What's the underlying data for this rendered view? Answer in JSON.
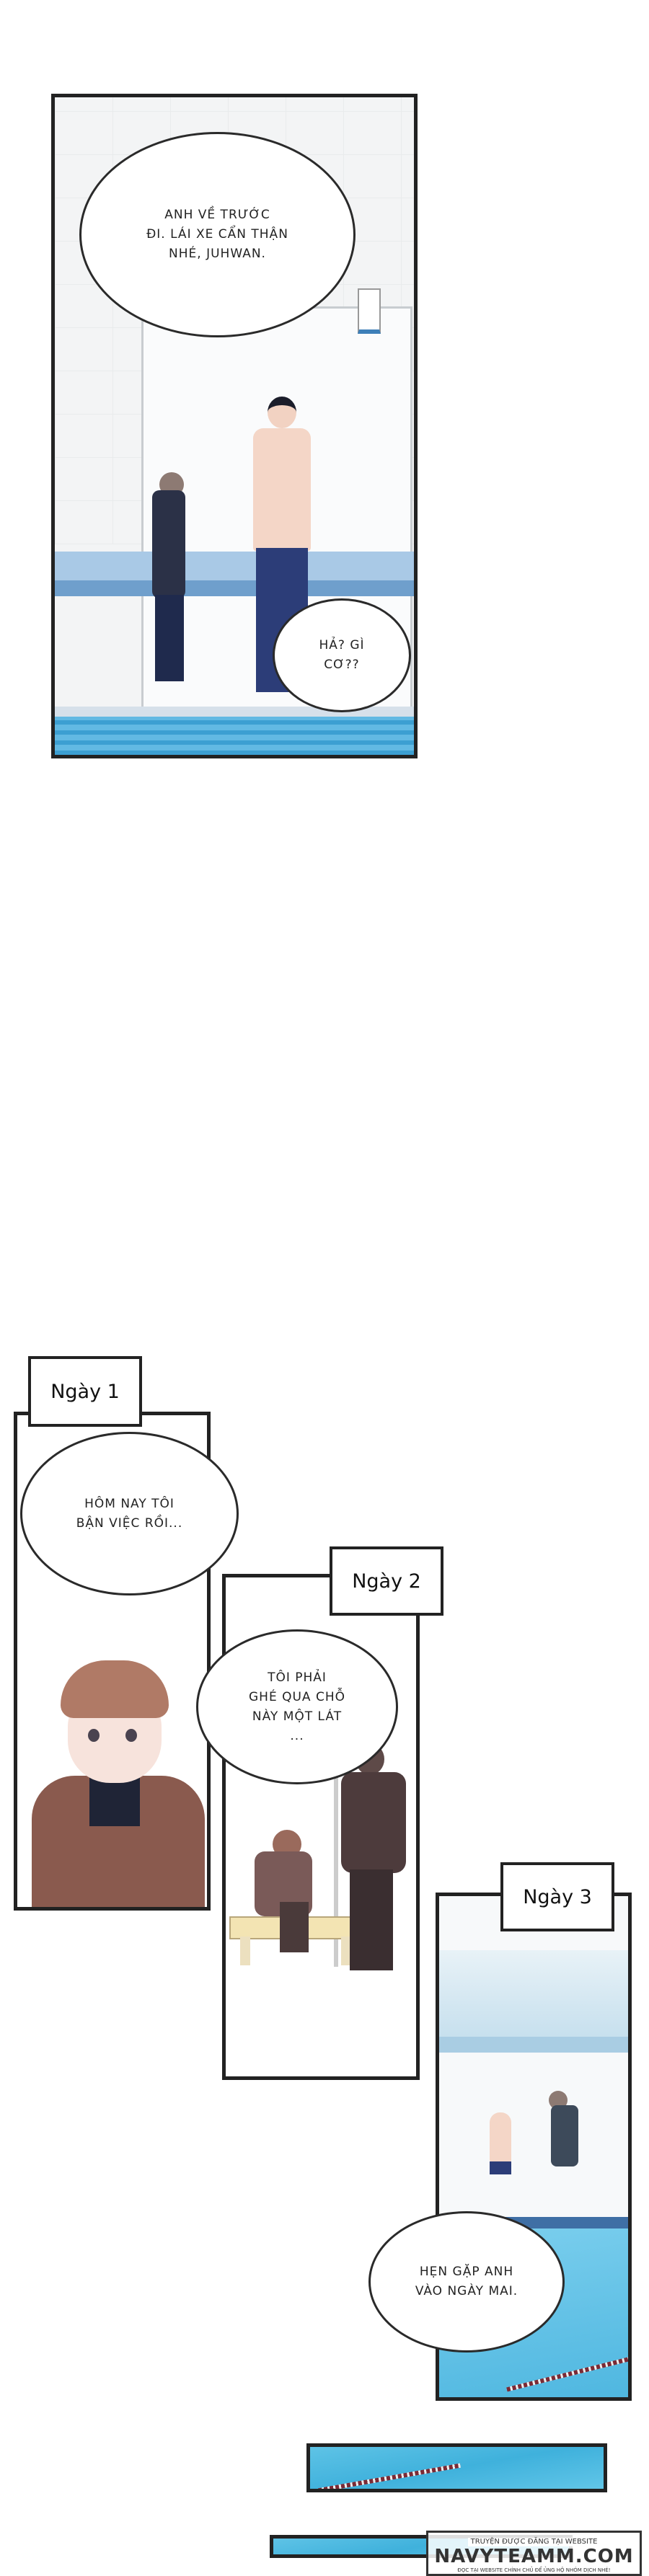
{
  "panel_top": {
    "bubbles": [
      {
        "text": "Anh về trước\nđi. Lái xe cẩn thận\nnhé, Juhwan."
      },
      {
        "text": "Hả? Gì\ncơ??"
      }
    ]
  },
  "panel_day1": {
    "label": "Ngày 1",
    "bubble": "Hôm nay tôi\nbận việc rồi..."
  },
  "panel_day2": {
    "label": "Ngày 2",
    "bubble": "Tôi phải\nghé qua chỗ\nnày một lát\n..."
  },
  "panel_day3": {
    "label": "Ngày 3",
    "bubble": "Hẹn gặp anh\nvào ngày mai."
  },
  "watermark": {
    "top_line": "TRUYỆN ĐƯỢC ĐĂNG TẠI WEBSITE",
    "brand": "NAVYTEAMM.COM",
    "bottom_line": "ĐỌC TẠI WEBSITE CHÍNH CHỦ ĐỂ ỦNG HỘ NHÓM DỊCH NHÉ!"
  },
  "colors": {
    "pool": "#4fb7e0",
    "border": "#222222",
    "jacket": "#8a5a4e"
  }
}
